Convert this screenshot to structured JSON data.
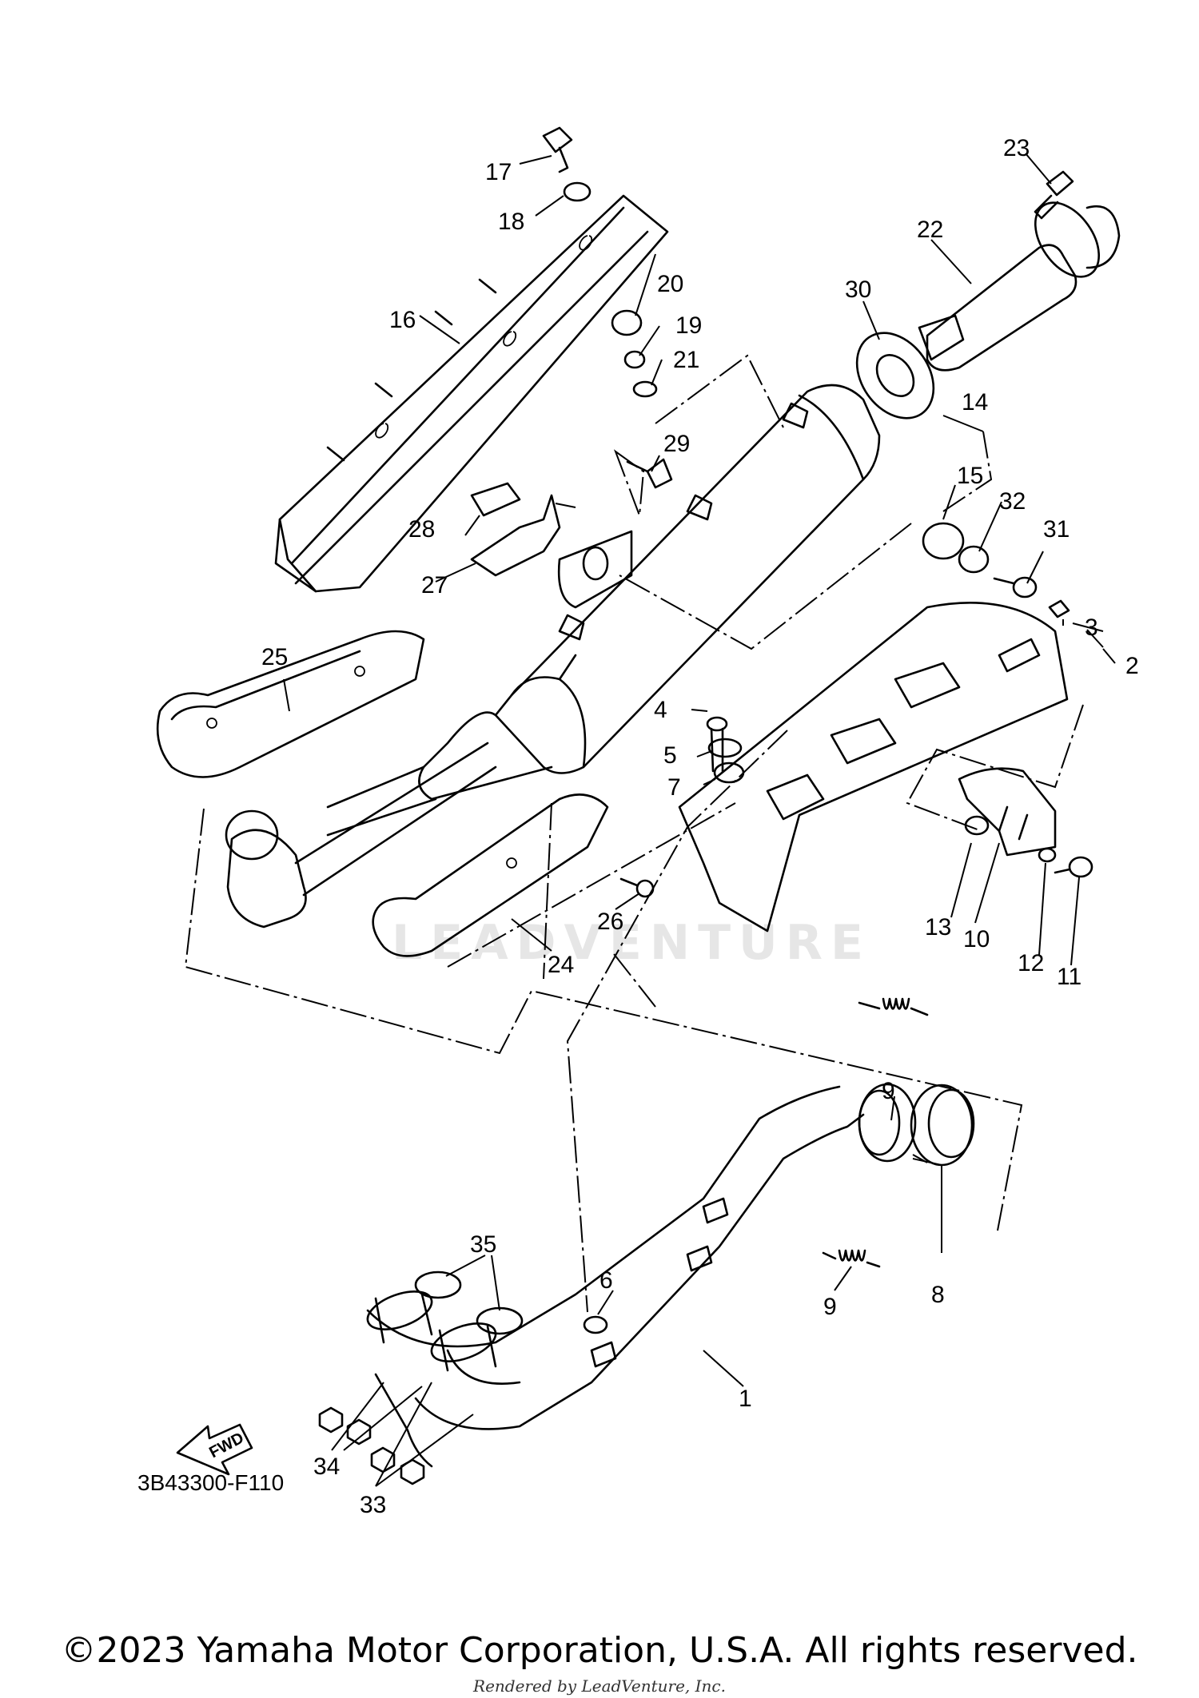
{
  "diagram": {
    "code": "3B43300-F110",
    "watermark": "LEADVENTURE",
    "fwd_label": "FWD",
    "part_numbers": {
      "p1": "1",
      "p2": "2",
      "p3": "3",
      "p4": "4",
      "p5": "5",
      "p6": "6",
      "p7": "7",
      "p8": "8",
      "p9a": "9",
      "p9b": "9",
      "p10": "10",
      "p11": "11",
      "p12": "12",
      "p13": "13",
      "p14": "14",
      "p15": "15",
      "p16": "16",
      "p17": "17",
      "p18": "18",
      "p19": "19",
      "p20": "20",
      "p21": "21",
      "p22": "22",
      "p23": "23",
      "p24": "24",
      "p25": "25",
      "p26": "26",
      "p27": "27",
      "p28": "28",
      "p29": "29",
      "p30": "30",
      "p31": "31",
      "p32": "32",
      "p33": "33",
      "p34": "34",
      "p35": "35"
    }
  },
  "footer": {
    "copyright": "©2023 Yamaha Motor Corporation, U.S.A. All rights reserved.",
    "rendered": "Rendered by LeadVenture, Inc."
  }
}
